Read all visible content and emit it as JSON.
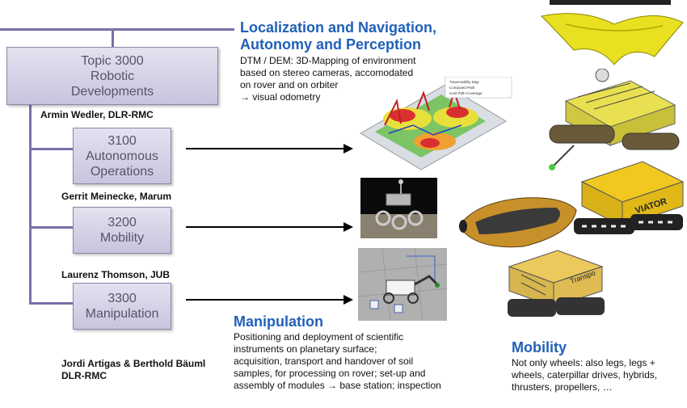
{
  "org": {
    "topic": {
      "line1": "Topic 3000",
      "line2": "Robotic",
      "line3": "Developments",
      "lead": "Armin Wedler, DLR-RMC"
    },
    "sub1": {
      "line1": "3100",
      "line2": "Autonomous",
      "line3": "Operations",
      "lead": "Gerrit Meinecke, Marum"
    },
    "sub2": {
      "line1": "3200",
      "line2": "Mobility",
      "lead": "Laurenz Thomson, JUB"
    },
    "sub3": {
      "line1": "3300",
      "line2": "Manipulation",
      "lead1": "Jordi Artigas & Berthold Bäuml",
      "lead2": "DLR-RMC"
    }
  },
  "localization": {
    "title1": "Localization and Navigation,",
    "title2": "Autonomy and Perception",
    "body": [
      "DTM / DEM: 3D-Mapping of environment",
      "based on stereo cameras, accomodated",
      "on rover and on orbiter",
      "→ visual odometry"
    ]
  },
  "manipulation": {
    "title": "Manipulation",
    "body": [
      "Positioning and deployment of scientific",
      "instruments on planetary surface;",
      "acquisition, transport and handover of soil",
      "samples, for processing on rover; set-up and",
      "assembly of modules → base station; inspection"
    ]
  },
  "mobility": {
    "title": "Mobility",
    "body": [
      "Not only wheels: also legs, legs +",
      "wheels, caterpillar drives, hybrids,",
      "thrusters, propellers, …"
    ]
  },
  "map_legend": [
    "Traversability Map",
    "Computed Path",
    "Cost Path Coverage"
  ],
  "vehicle_labels": {
    "viator": "VIATOR",
    "transporter": "Transpo"
  },
  "colors": {
    "heading": "#2060b8",
    "connector": "#7a70a8"
  }
}
